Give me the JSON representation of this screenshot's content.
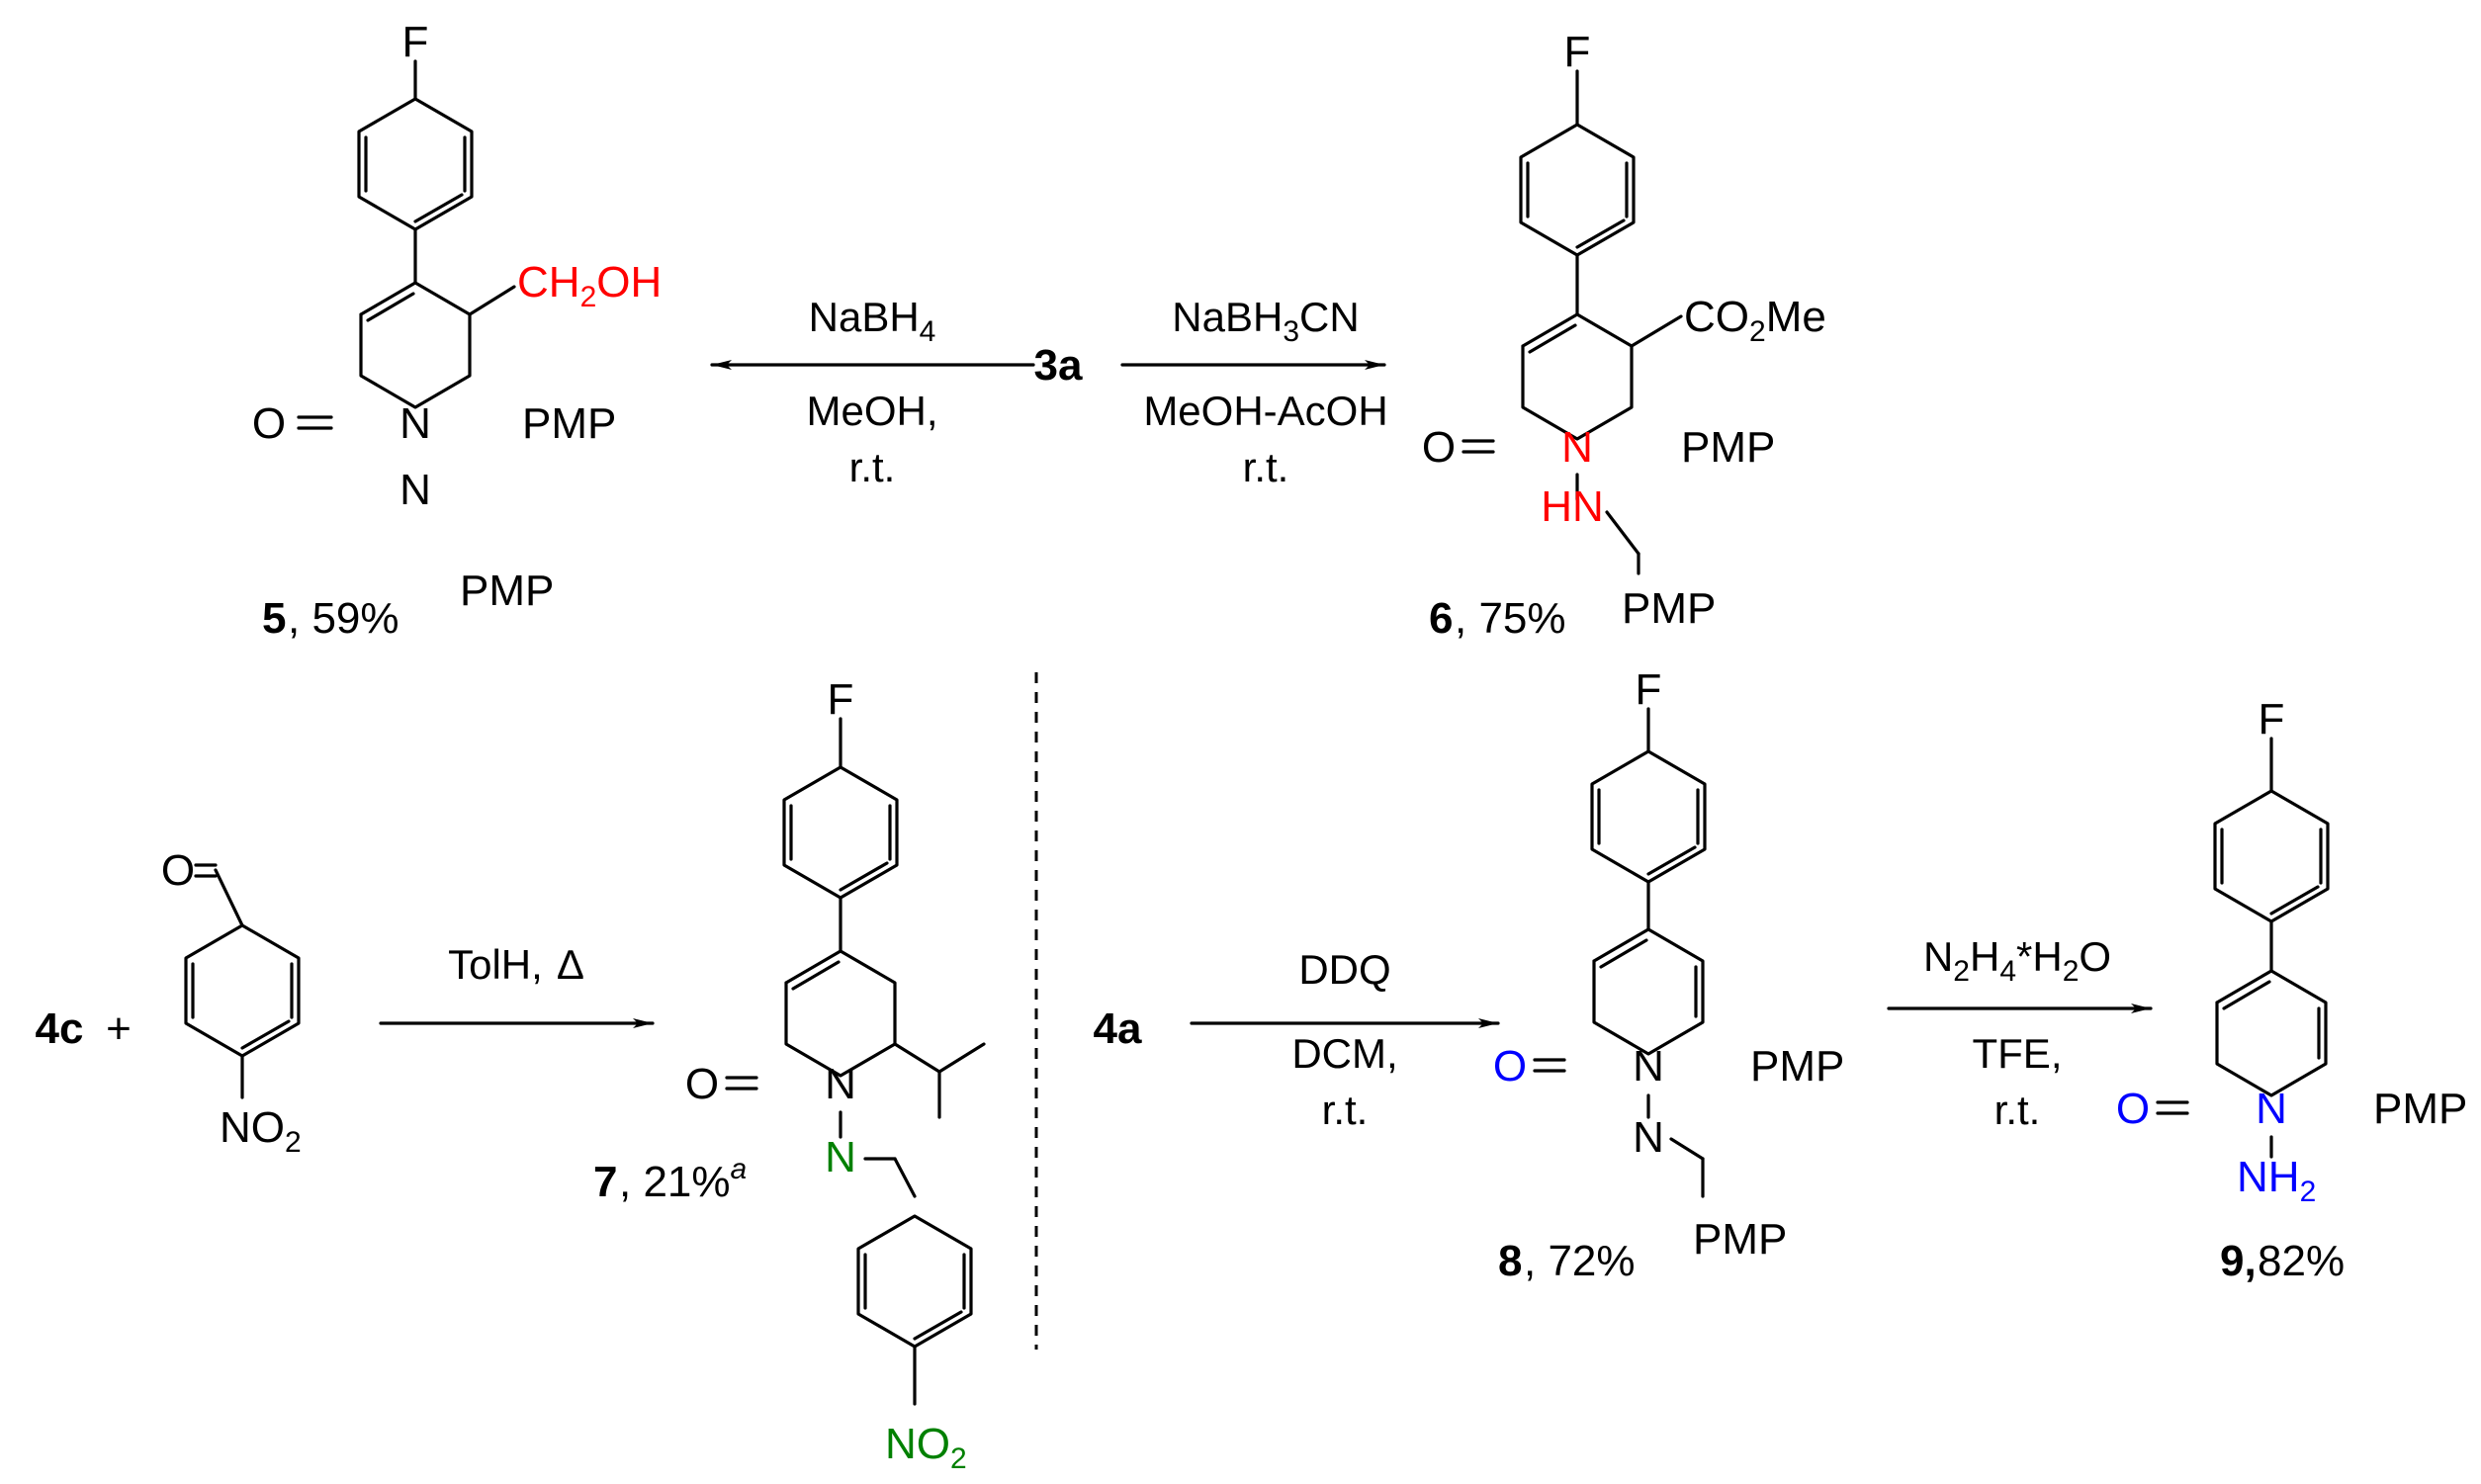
{
  "colors": {
    "black": "#000000",
    "red": "#ff0000",
    "blue": "#0000ff",
    "green": "#008000"
  },
  "top_center": {
    "reactant": "3a"
  },
  "reaction_left": {
    "reagent": "NaBH",
    "reagent_sub": "4",
    "solvent": "MeOH,",
    "temp": "r.t."
  },
  "reaction_right": {
    "reagent": "NaBH",
    "reagent_sub": "3",
    "reagent_tail": "CN",
    "solvent": "MeOH-AcOH",
    "temp": "r.t."
  },
  "compound5": {
    "number": "5",
    "yield": ", 59%",
    "sub": "CH",
    "sub_sub": "2",
    "sub_tail": "OH",
    "aryl_group": "PMP",
    "imine_group": "PMP"
  },
  "compound6": {
    "number": "6",
    "yield": ", 75%",
    "sub": "CO",
    "sub_sub": "2",
    "sub_tail": "Me",
    "aryl_group": "PMP",
    "hn_label": "HN",
    "benzyl_group": "PMP"
  },
  "reaction_bottom_left": {
    "reactant": "4c",
    "plus": "+",
    "solvent": "TolH,",
    "delta": "Δ"
  },
  "compound7": {
    "number": "7",
    "yield": ", 21%",
    "footnote": "a",
    "no2": "NO",
    "no2_sub": "2"
  },
  "reagent_4c": {
    "no2": "NO",
    "no2_sub": "2"
  },
  "reaction_bottom_mid": {
    "reactant": "4a",
    "reagent": "DDQ",
    "solvent": "DCM,",
    "temp": "r.t."
  },
  "compound8": {
    "number": "8",
    "yield": ", 72%",
    "aryl_group": "PMP",
    "imine_group": "PMP"
  },
  "reaction_bottom_right": {
    "reagent": "N",
    "reagent_sub1": "2",
    "reagent_mid": "H",
    "reagent_sub2": "4",
    "reagent_tail": "*H",
    "reagent_sub3": "2",
    "reagent_end": "O",
    "solvent": "TFE,",
    "temp": "r.t."
  },
  "compound9": {
    "number": "9,",
    "yield": " 82%",
    "aryl_group": "PMP",
    "nh2": "NH",
    "nh2_sub": "2"
  },
  "atoms": {
    "F": "F",
    "O": "O",
    "N": "N"
  }
}
